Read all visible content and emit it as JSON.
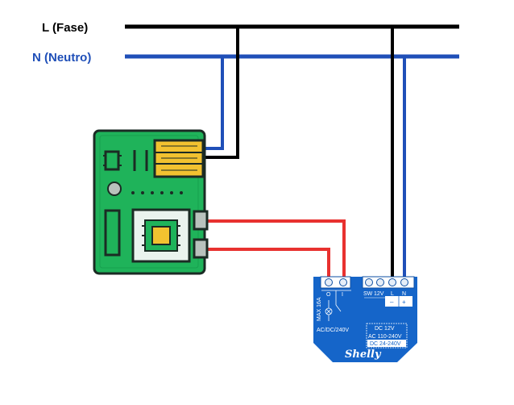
{
  "lines": {
    "phase_label": "L (Fase)",
    "neutral_label": "N (Neutro)",
    "phase_color": "#000000",
    "neutral_color": "#1f4fb8",
    "output_color": "#e8312f"
  },
  "controller_board": {
    "board_color": "#1fb35a",
    "icon": "circuit-board-icon"
  },
  "shelly_module": {
    "body_color": "#1565c9",
    "terminal_left": [
      "O",
      "I"
    ],
    "terminal_right": [
      "SW",
      "12V",
      "L",
      "N"
    ],
    "terminal_right_sub": [
      "–",
      "+"
    ],
    "max_label": "MAX 16A",
    "left_spec": "AC/DC/240V",
    "spec_lines": [
      "DC 12V",
      "AC 110-240V",
      "DC 24-240V"
    ],
    "brand": "Shelly"
  }
}
